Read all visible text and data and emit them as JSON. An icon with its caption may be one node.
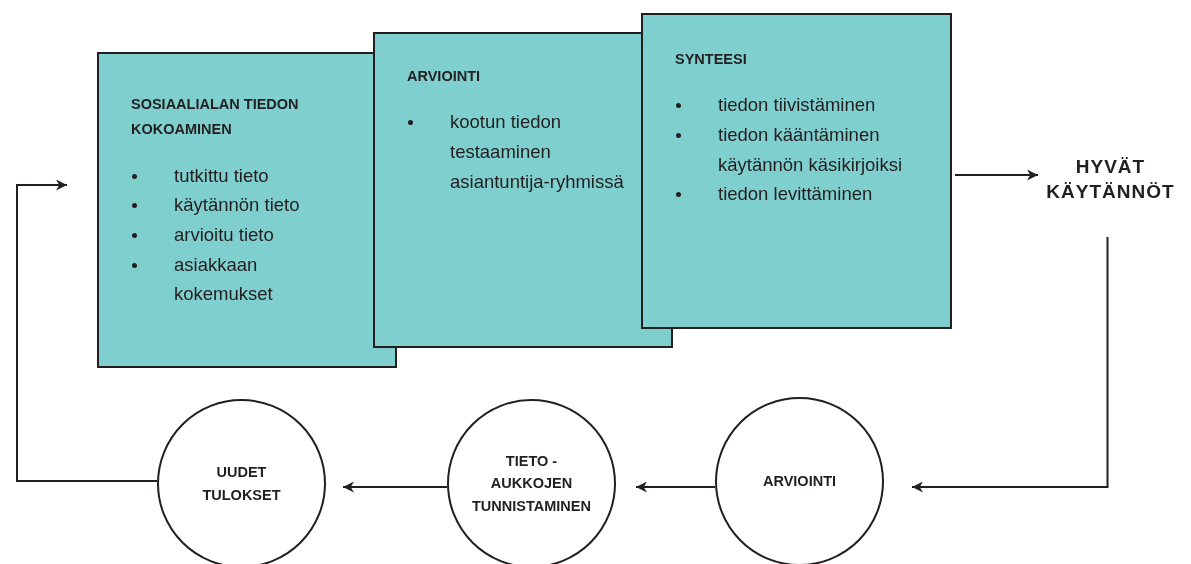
{
  "diagram": {
    "nodes": [
      {
        "text": [
          "SOSIAALIALAN TIEDON KOKOAMINEN",
          "tutkittu tieto",
          "käytännön tieto",
          "arvioitu tieto",
          "asiakkaan kokemukset"
        ]
      },
      {
        "text": [
          "ARVIOINTI",
          "kootun tiedon testaaminen asiantuntija-ryhmissä"
        ]
      },
      {
        "text": [
          "SYNTEESI",
          "tiedon tiivistäminen",
          "tiedon kääntäminen käytännön käsikirjoiksi",
          "tiedon levittäminen"
        ]
      },
      {
        "text": [
          "HYVÄT KÄYTÄNNÖT"
        ]
      },
      {
        "text": [
          "ARVIOINTI"
        ]
      },
      {
        "text": [
          "TIETO - AUKKOJEN TUNNISTAMINEN"
        ]
      },
      {
        "text": [
          "UUDET TULOKSET"
        ]
      }
    ],
    "edges": [
      {
        "from": 2,
        "to": 3,
        "arrow": "to"
      },
      {
        "from": 3,
        "to": 4,
        "arrow": "to"
      },
      {
        "from": 4,
        "to": 5,
        "arrow": "to"
      },
      {
        "from": 5,
        "to": 6,
        "arrow": "to"
      },
      {
        "from": 6,
        "to": 0,
        "arrow": "to"
      }
    ]
  }
}
